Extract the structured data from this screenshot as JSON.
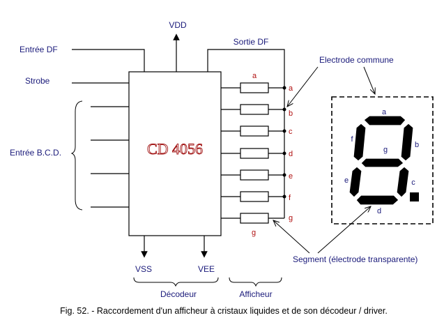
{
  "labels": {
    "vdd": "VDD",
    "sortie_df": "Sortie  DF",
    "entree_df": "Entrée  DF",
    "strobe": "Strobe",
    "entree_bcd": "Entrée  B.C.D.",
    "chip": "CD  4056",
    "vss": "VSS",
    "vee": "VEE",
    "decodeur": "Décodeur",
    "afficheur": "Afficheur",
    "electrode_commune": "Electrode commune",
    "segment_note": "Segment  (électrode transparente)"
  },
  "resistor_top_label": "a",
  "resistor_bottom_label": "g",
  "outputs": [
    "a",
    "b",
    "c",
    "d",
    "e",
    "f",
    "g"
  ],
  "display_segments": [
    "a",
    "b",
    "c",
    "d",
    "e",
    "f",
    "g"
  ],
  "caption": "Fig. 52. - Raccordement d'un afficheur à cristaux liquides et de son décodeur / driver.",
  "colors": {
    "label_blue": "#1a1a7a",
    "pin_red": "#b01010",
    "segment_fill": "#000000"
  }
}
